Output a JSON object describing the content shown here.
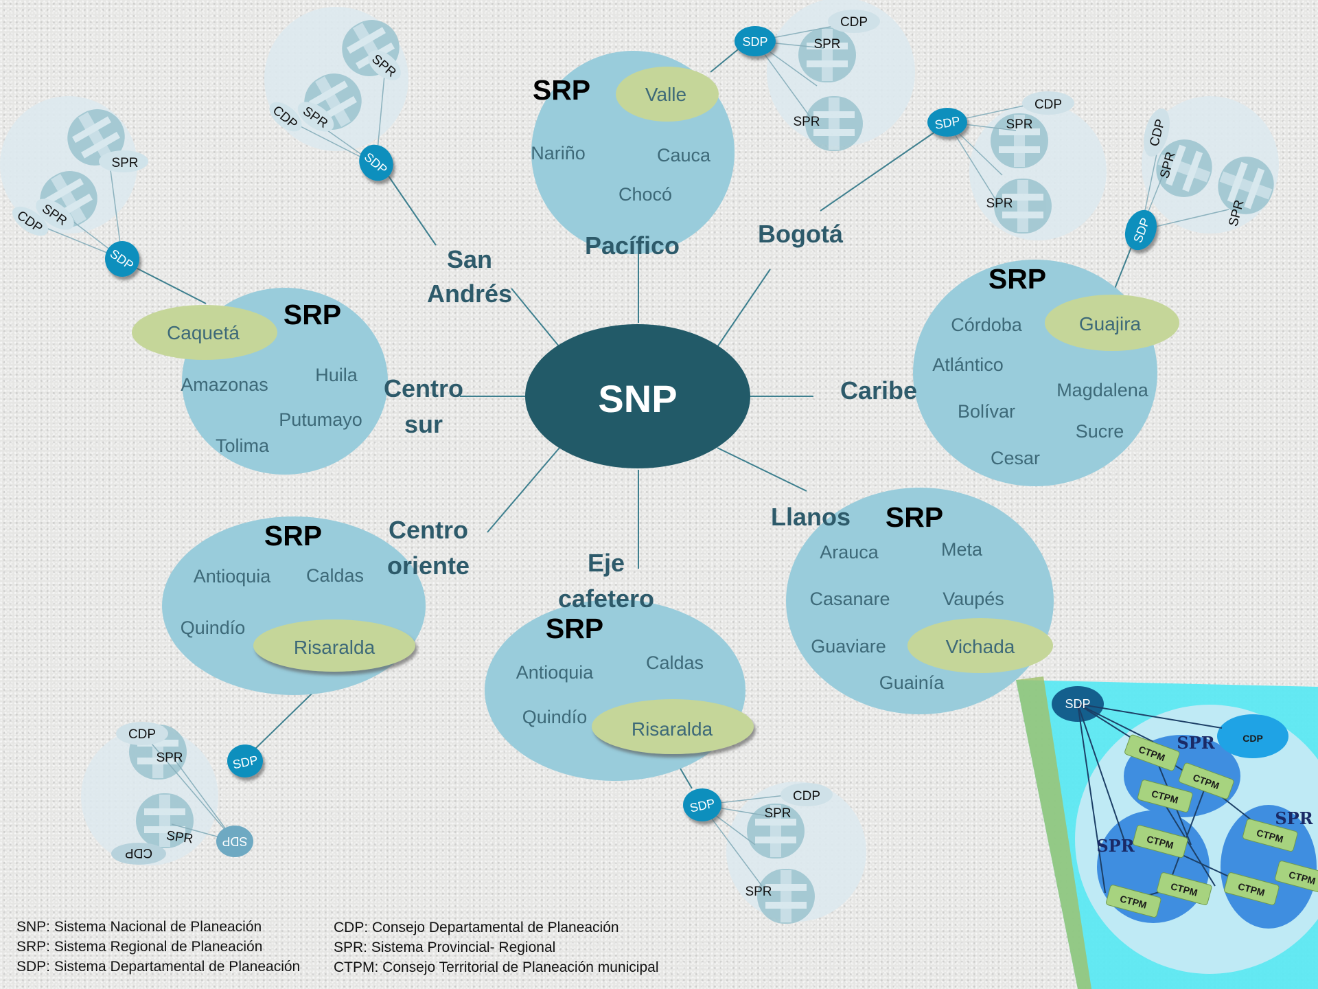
{
  "center": {
    "label": "SNP"
  },
  "srp_title": "SRP",
  "sdp_label": "SDP",
  "cdp_label": "CDP",
  "spr_label": "SPR",
  "ctpm_label": "CTPM",
  "regions": {
    "pacifico": {
      "name": "Pacífico",
      "highlight": "Valle",
      "departments": [
        "Nariño",
        "Cauca",
        "Chocó"
      ]
    },
    "san_andres": {
      "name_line1": "San",
      "name_line2": "Andrés"
    },
    "bogota": {
      "name": "Bogotá"
    },
    "centro_sur": {
      "name_line1": "Centro",
      "name_line2": "sur",
      "highlight": "Caquetá",
      "departments": [
        "Amazonas",
        "Huila",
        "Putumayo",
        "Tolima"
      ]
    },
    "caribe": {
      "name": "Caribe",
      "highlight": "Guajira",
      "departments": [
        "Córdoba",
        "Atlántico",
        "Magdalena",
        "Bolívar",
        "Sucre",
        "Cesar"
      ]
    },
    "centro_oriente": {
      "name_line1": "Centro",
      "name_line2": "oriente",
      "highlight": "Risaralda",
      "departments": [
        "Antioquia",
        "Caldas",
        "Quindío"
      ]
    },
    "eje_cafetero": {
      "name_line1": "Eje",
      "name_line2": "cafetero",
      "highlight": "Risaralda",
      "departments": [
        "Antioquia",
        "Caldas",
        "Quindío"
      ]
    },
    "llanos": {
      "name": "Llanos",
      "highlight": "Vichada",
      "departments": [
        "Arauca",
        "Meta",
        "Casanare",
        "Vaupés",
        "Guaviare",
        "Guainía"
      ]
    }
  },
  "legend": {
    "left": [
      "SNP: Sistema Nacional de Planeación",
      "SRP: Sistema  Regional de Planeación",
      "SDP: Sistema Departamental de Planeación"
    ],
    "right": [
      "CDP: Consejo Departamental de Planeación",
      "SPR: Sistema Provincial- Regional",
      "CTPM: Consejo Territorial de Planeación municipal"
    ]
  },
  "colors": {
    "center_fill": "#225a68",
    "srp_fill": "#99ccdb",
    "highlight_fill": "#c5d699",
    "sdp_fill": "#0d8fbd",
    "cluster_fill": "#dde9ee",
    "zoom_fill": "#5ce8f2",
    "ctpm_fill": "#a7d37f",
    "spr_blue": "#3f8ee0"
  }
}
